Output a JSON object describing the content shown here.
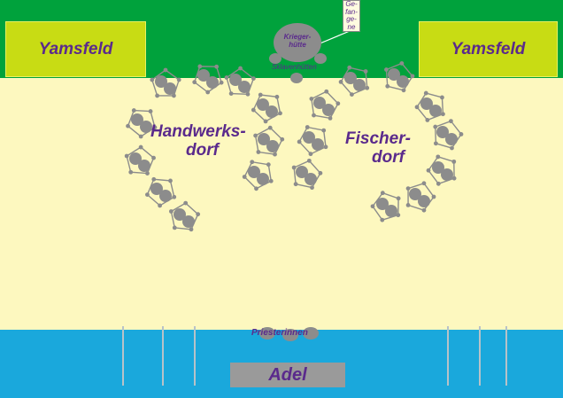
{
  "colors": {
    "green": "#00a23c",
    "sand": "#fdf8bf",
    "water": "#1aa8dc",
    "field": "#c8dc14",
    "text": "#5a2a8c",
    "hut": "#8c8c8c"
  },
  "labels": {
    "yamsfeld_left": "Yamsfeld",
    "yamsfeld_right": "Yamsfeld",
    "handwerks_line1": "Handwerks-",
    "handwerks_line2": "dorf",
    "fischer_line1": "Fischer-",
    "fischer_line2": "dorf",
    "krieger_line1": "Krieger-",
    "krieger_line2": "hütte",
    "sklaven": "Sklavenhütten",
    "gefangene_1": "Ge-",
    "gefangene_2": "fan-",
    "gefangene_3": "ge-",
    "gefangene_4": "ne",
    "priesterinnen": "Priesterinnen",
    "adel": "Adel"
  }
}
